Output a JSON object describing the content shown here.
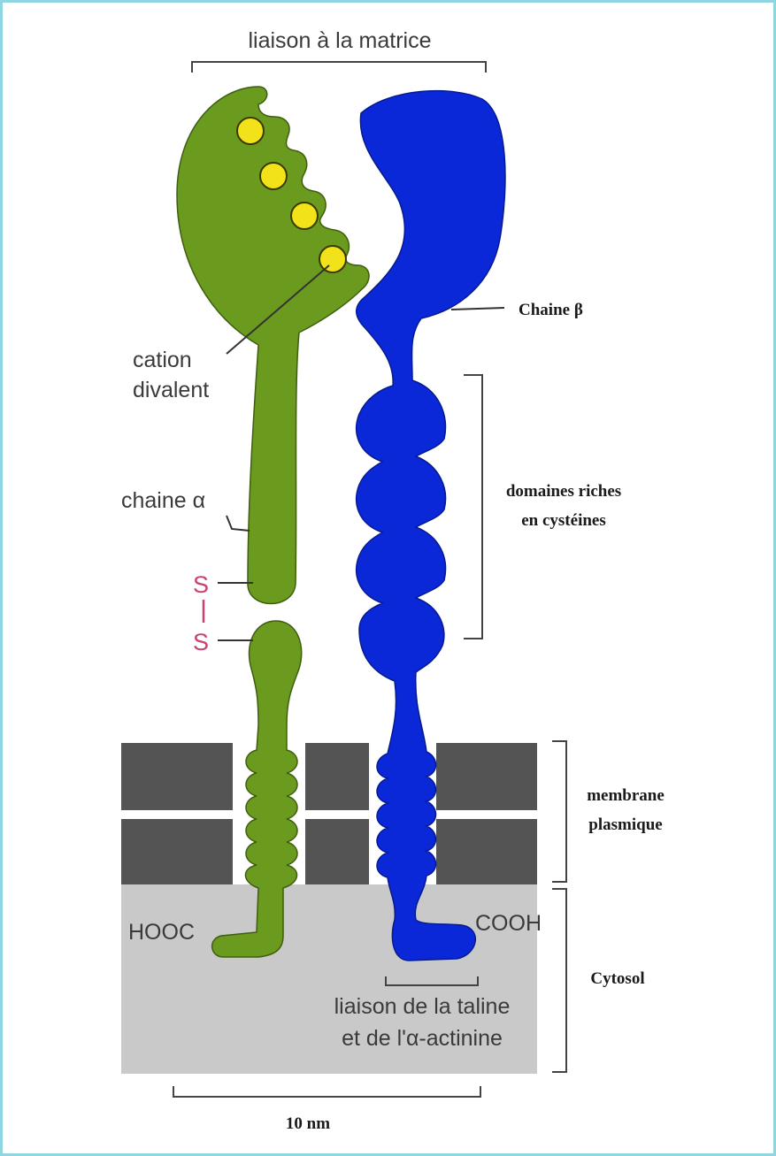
{
  "labels": {
    "top_binding": "liaison à la matrice",
    "beta_chain": "Chaine β",
    "cation_line1": "cation",
    "cation_line2": "divalent",
    "cys_line1": "domaines riches",
    "cys_line2": "en cystéines",
    "alpha_chain": "chaine α",
    "s_top": "S",
    "s_bottom": "S",
    "membrane_line1": "membrane",
    "membrane_line2": "plasmique",
    "hooc": "HOOC",
    "cooh": "COOH",
    "cytosol": "Cytosol",
    "talin_line1": "liaison de la taline",
    "talin_line2": "et de l'α-actinine",
    "scale": "10 nm"
  },
  "colors": {
    "alpha_chain": "#6a9a1e",
    "beta_chain": "#0a28d8",
    "cation": "#f2e21a",
    "membrane": "#545454",
    "cytosol": "#c9c9c9",
    "disulfide": "#c8436e",
    "frame": "#8fd6e0"
  }
}
